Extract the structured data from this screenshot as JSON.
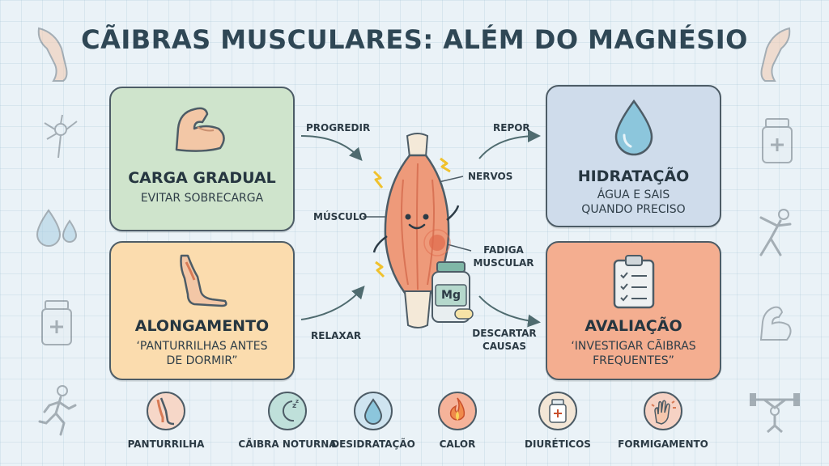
{
  "title": "CÃIBRAS MUSCULARES: ALÉM DO MAGNÉSIO",
  "cards": {
    "carga": {
      "title": "CARGA GRADUAL",
      "subtitle": "EVITAR SOBRECARGA",
      "icon": "flexed-arm-icon"
    },
    "alongamento": {
      "title": "ALONGAMENTO",
      "subtitle_line1": "‘PANTURRILHAS ANTES",
      "subtitle_line2": "DE DORMIR”",
      "icon": "leg-icon"
    },
    "hidratacao": {
      "title": "HIDRATAÇÃO",
      "subtitle_line1": "ÁGUA E SAIS",
      "subtitle_line2": "QUANDO PRECISO",
      "icon": "water-drop-icon"
    },
    "avaliacao": {
      "title": "AVALIAÇÃO",
      "subtitle_line1": "‘INVESTIGAR CÃIBRAS",
      "subtitle_line2": "FREQUENTES”",
      "icon": "clipboard-checklist-icon"
    }
  },
  "arrows": {
    "progredir": "PROGREDIR",
    "relaxar": "RELAXAR",
    "repor": "REPOR",
    "descartar_line1": "DESCARTAR",
    "descartar_line2": "CAUSAS"
  },
  "center": {
    "nervos": "NERVOS",
    "musculo": "MÚSCULO",
    "fadiga_line1": "FADIGA",
    "fadiga_line2": "MUSCULAR",
    "bottle_label": "Mg"
  },
  "bottom": [
    {
      "label": "PANTURRILHA",
      "icon": "calf-icon",
      "color": "#f6d7c8"
    },
    {
      "label": "CÃIBRA NOTURNA",
      "icon": "moon-icon",
      "color": "#bfe0da"
    },
    {
      "label": "DESIDRATAÇÃO",
      "icon": "water-drop-icon",
      "color": "#cfe4f0"
    },
    {
      "label": "CALOR",
      "icon": "flame-icon",
      "color": "#f5b39a"
    },
    {
      "label": "DIURÉTICOS",
      "icon": "pill-bottle-icon",
      "color": "#f3e6d6"
    },
    {
      "label": "FORMIGAMENTO",
      "icon": "tingling-hand-icon",
      "color": "#f6d2c4"
    }
  ],
  "colors": {
    "green_card": "#cfe4cc",
    "orange_card": "#fbdcae",
    "blue_card": "#cfdceb",
    "salmon_card": "#f4ae90",
    "outline": "#4d5c66"
  }
}
